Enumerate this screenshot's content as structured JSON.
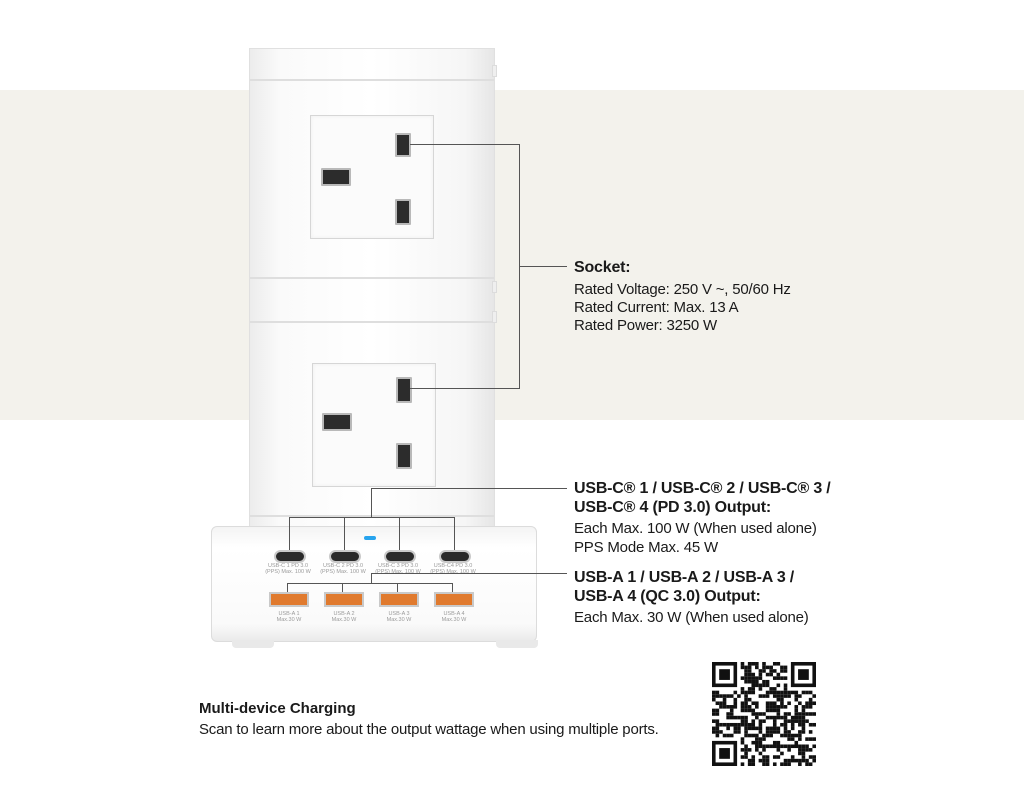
{
  "socket": {
    "title": "Socket:",
    "lines": [
      "Rated Voltage: 250 V ~, 50/60 Hz",
      "Rated Current: Max. 13 A",
      "Rated Power: 3250 W"
    ]
  },
  "usbc": {
    "title_line1": "USB-C® 1 / USB-C® 2 / USB-C® 3 /",
    "title_line2": "USB-C® 4 (PD 3.0) Output:",
    "lines": [
      "Each Max. 100 W (When used alone)",
      "PPS Mode Max. 45 W"
    ]
  },
  "usba": {
    "title_line1": "USB-A 1 / USB-A 2 / USB-A 3 /",
    "title_line2": "USB-A 4 (QC 3.0) Output:",
    "lines": [
      "Each Max. 30 W (When used alone)"
    ]
  },
  "device": {
    "usbc_ports": [
      {
        "l1": "USB-C 1 PD 3.0",
        "l2": "(PPS) Max. 100 W"
      },
      {
        "l1": "USB-C 2 PD 3.0",
        "l2": "(PPS) Max. 100 W"
      },
      {
        "l1": "USB-C 3 PD 3.0",
        "l2": "(PPS) Max. 100 W"
      },
      {
        "l1": "USB-C4 PD 3.0",
        "l2": "(PPS) Max. 100 W"
      }
    ],
    "usba_ports": [
      {
        "l1": "USB-A 1",
        "l2": "Max.30 W"
      },
      {
        "l1": "USB-A 2",
        "l2": "Max.30 W"
      },
      {
        "l1": "USB-A 3",
        "l2": "Max.30 W"
      },
      {
        "l1": "USB-A 4",
        "l2": "Max.30 W"
      }
    ],
    "led_color": "#27a4ee",
    "usba_color": "#e07a2e"
  },
  "footer": {
    "title": "Multi-device Charging",
    "text": "Scan to learn more about the output wattage when using multiple ports.",
    "qr_icon": "qr-code-icon"
  },
  "colors": {
    "band": "#f3f2ec",
    "text": "#1a1a1a"
  }
}
